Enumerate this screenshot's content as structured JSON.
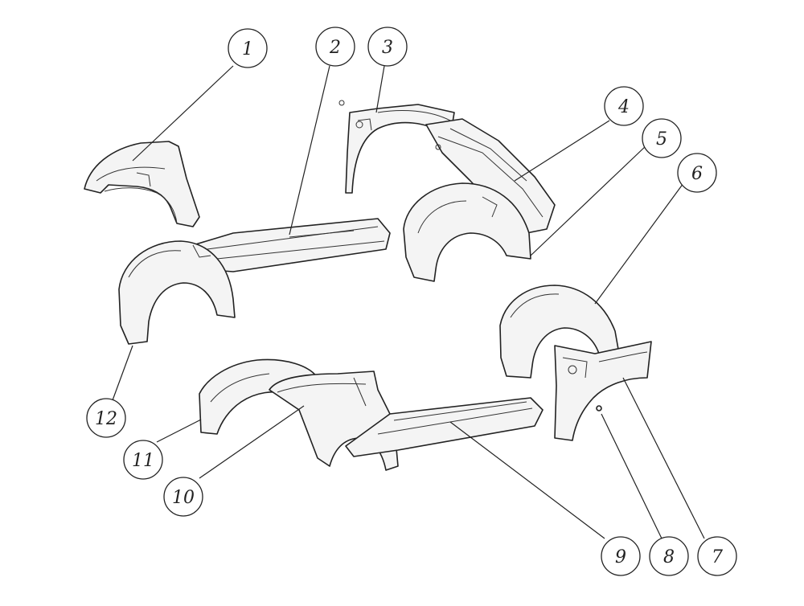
{
  "callouts": [
    {
      "label": "1"
    },
    {
      "label": "2"
    },
    {
      "label": "3"
    },
    {
      "label": "4"
    },
    {
      "label": "5"
    },
    {
      "label": "6"
    },
    {
      "label": "7"
    },
    {
      "label": "8"
    },
    {
      "label": "9"
    },
    {
      "label": "10"
    },
    {
      "label": "11"
    },
    {
      "label": "12"
    }
  ],
  "colors": {
    "line": "#222222",
    "fill": "#f4f4f4",
    "background": "#ffffff"
  }
}
